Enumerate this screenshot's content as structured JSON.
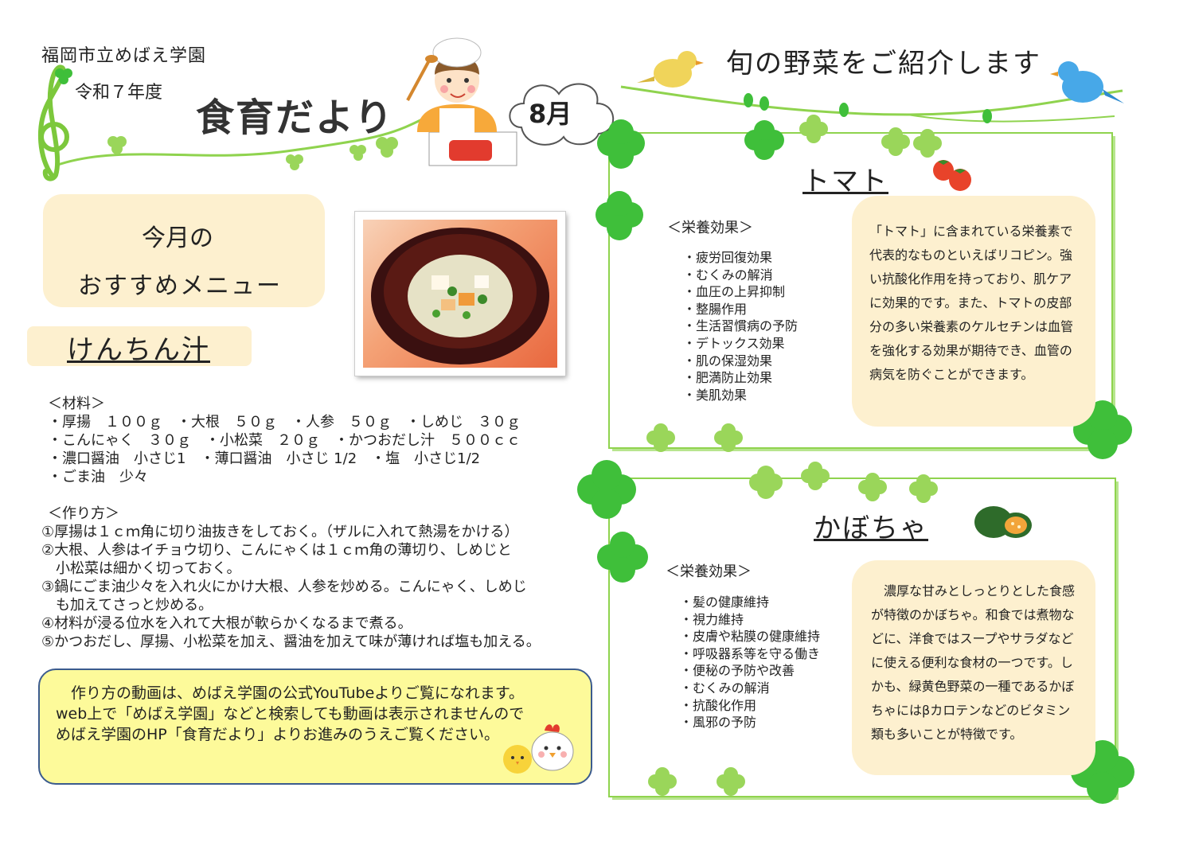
{
  "header": {
    "school": "福岡市立めばえ学園",
    "year": "令和７年度",
    "title": "食育だより",
    "month": "8月",
    "seasonal_heading": "旬の野菜をご紹介します"
  },
  "menu": {
    "box_line1": "今月の",
    "box_line2": "おすすめメニュー",
    "dish_name": "けんちん汁"
  },
  "ingredients": {
    "heading": "＜材料＞",
    "lines": [
      "・厚揚　１００ｇ　・大根　５０ｇ　・人参　５０ｇ　・しめじ　３０ｇ",
      "・こんにゃく　３０ｇ　・小松菜　２０ｇ　・かつおだし汁　５００ｃｃ",
      "・濃口醤油　小さじ1　・薄口醤油　小さじ 1/2　・塩　小さじ1/2",
      "・ごま油　少々"
    ]
  },
  "steps": {
    "heading": "＜作り方＞",
    "lines": [
      "①厚揚は１ｃｍ角に切り油抜きをしておく。（ザルに入れて熱湯をかける）",
      "②大根、人参はイチョウ切り、こんにゃくは１ｃｍ角の薄切り、しめじと",
      "　小松菜は細かく切っておく。",
      "③鍋にごま油少々を入れ火にかけ大根、人参を炒める。こんにゃく、しめじ",
      "　も加えてさっと炒める。",
      "④材料が浸る位水を入れて大根が軟らかくなるまで煮る。",
      "⑤かつおだし、厚揚、小松菜を加え、醤油を加えて味が薄ければ塩も加える。"
    ]
  },
  "youtube_note": {
    "lines": [
      "　作り方の動画は、めばえ学園の公式YouTubeよりご覧になれます。",
      "web上で「めばえ学園」などと検索しても動画は表示されませんので",
      "めばえ学園のHP「食育だより」よりお進みのうえご覧ください。"
    ]
  },
  "tomato": {
    "title": "トマト",
    "effects_heading": "＜栄養効果＞",
    "effects": [
      "・疲労回復効果",
      "・むくみの解消",
      "・血圧の上昇抑制",
      "・整腸作用",
      "・生活習慣病の予防",
      "・デトックス効果",
      "・肌の保湿効果",
      "・肥満防止効果",
      "・美肌効果"
    ],
    "info_lines": [
      "「トマト」に含まれている栄養素で",
      "代表的なものといえばリコピン。強",
      "い抗酸化作用を持っており、肌ケア",
      "に効果的です。また、トマトの皮部",
      "分の多い栄養素のケルセチンは血管",
      "を強化する効果が期待でき、血管の",
      "病気を防ぐことができます。"
    ]
  },
  "pumpkin": {
    "title": "かぼちゃ",
    "effects_heading": "＜栄養効果＞",
    "effects": [
      "・髪の健康維持",
      "・視力維持",
      "・皮膚や粘膜の健康維持",
      "・呼吸器系等を守る働き",
      "・便秘の予防や改善",
      "・むくみの解消",
      "・抗酸化作用",
      "・風邪の予防"
    ],
    "info_lines": [
      "　濃厚な甘みとしっとりとした食感",
      "が特徴のかぼちゃ。和食では煮物な",
      "どに、洋食ではスープやサラダなど",
      "に使える便利な食材の一つです。し",
      "かも、緑黄色野菜の一種であるかぼ",
      "ちゃにはβカロテンなどのビタミン",
      "類も多いことが特徴です。"
    ]
  },
  "colors": {
    "cream": "#fdf0cf",
    "leaf_green": "#8fd34e",
    "clover_green": "#3fbf3a",
    "note_yellow": "#fdfa9a",
    "note_border": "#3b5b8e"
  },
  "icons": [
    "treble-clef-icon",
    "clover-icon",
    "chef-illustration",
    "bird-icon",
    "tomato-icon",
    "pumpkin-icon",
    "chick-icon",
    "chicken-icon"
  ]
}
